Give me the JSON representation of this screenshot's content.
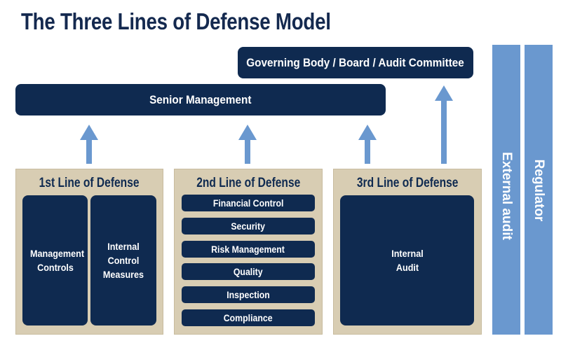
{
  "title": "The Three Lines of Defense Model",
  "governing": "Governing Body / Board / Audit Committee",
  "senior": "Senior Management",
  "lines": [
    {
      "title": "1st Line of Defense",
      "boxes": [
        "Management Controls",
        "Internal Control Measures"
      ]
    },
    {
      "title": "2nd Line of Defense",
      "items": [
        "Financial Control",
        "Security",
        "Risk Management",
        "Quality",
        "Inspection",
        "Compliance"
      ]
    },
    {
      "title": "3rd Line of Defense",
      "boxes": [
        "Internal Audit"
      ]
    }
  ],
  "side_bars": [
    "External audit",
    "Regulator"
  ],
  "colors": {
    "navy": "#0f2a50",
    "tan": "#d8cdb3",
    "light_blue": "#6a98cf",
    "title": "#14294f"
  }
}
